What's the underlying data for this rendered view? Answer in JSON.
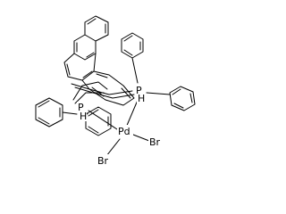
{
  "atoms": {
    "p_left": "P",
    "h_left": "H",
    "p_right": "P",
    "h_right": "H",
    "pd": "Pd",
    "br_right": "Br",
    "br_lower": "Br"
  }
}
